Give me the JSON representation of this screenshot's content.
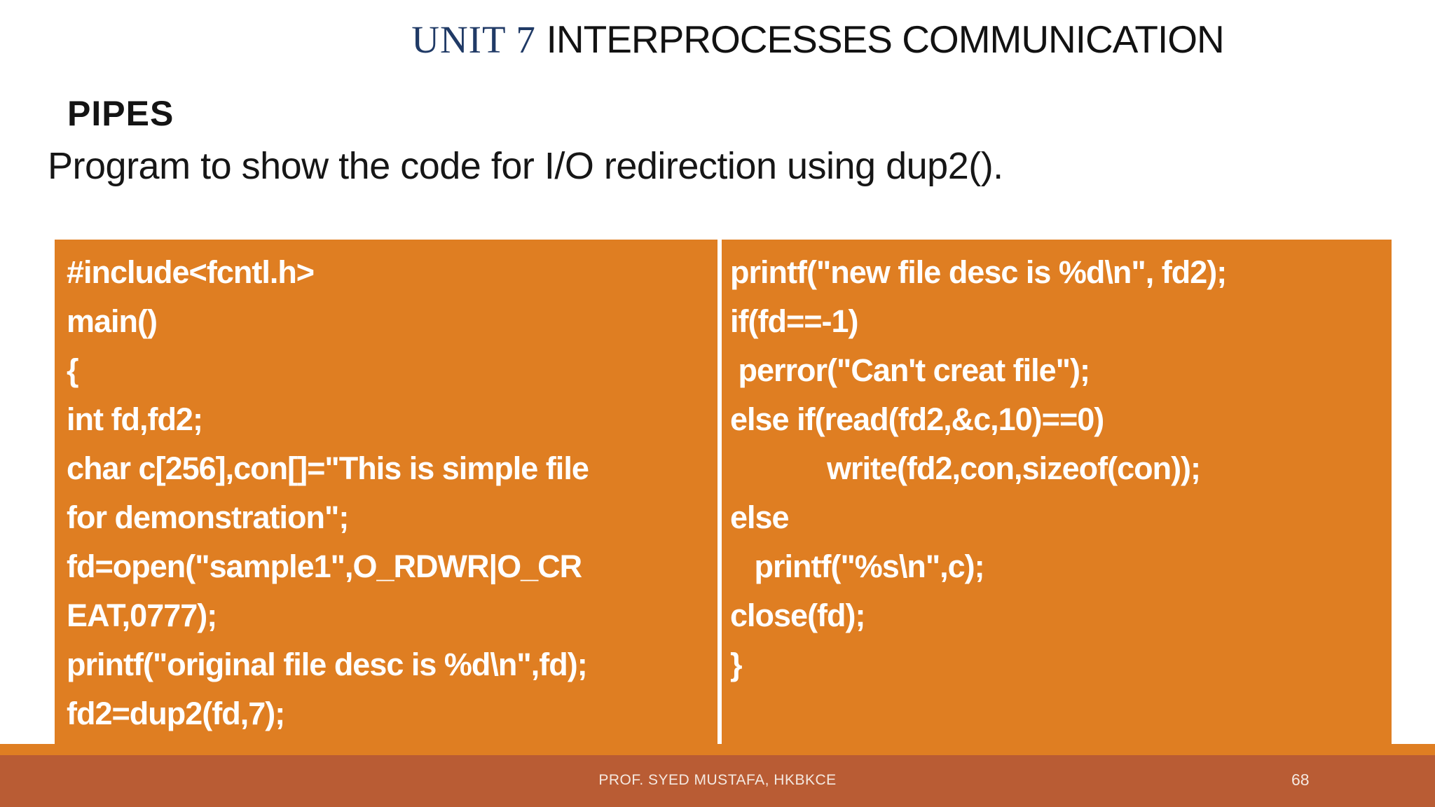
{
  "slide": {
    "title": {
      "unit": "UNIT 7 ",
      "rest": "INTERPROCESSES COMMUNICATION"
    },
    "heading": "PIPES",
    "subtitle": "Program to show the code for I/O redirection using dup2().",
    "code": {
      "left_lines": [
        "#include<fcntl.h>",
        "main()",
        "{",
        "int fd,fd2;",
        "char c[256],con[]=\"This is simple file",
        "for demonstration\";",
        "fd=open(\"sample1\",O_RDWR|O_CR",
        "EAT,0777);",
        "printf(\"original file desc is %d\\n\",fd);",
        "fd2=dup2(fd,7);"
      ],
      "right_lines": [
        "printf(\"new file desc is %d\\n\", fd2);",
        "if(fd==-1)",
        " perror(\"Can't creat file\");",
        "else if(read(fd2,&c,10)==0)",
        "            write(fd2,con,sizeof(con));",
        "else",
        "   printf(\"%s\\n\",c);",
        "close(fd);",
        "}"
      ]
    },
    "footer": {
      "credit": "PROF. SYED MUSTAFA, HKBKCE",
      "page_number": "68"
    },
    "colors": {
      "code_block_orange": "#DF7E22",
      "footer_bar_brown": "#B95C34",
      "title_unit_navy": "#203A66",
      "footer_text": "#F4E8E0",
      "divider_white": "#FFFFFF"
    }
  }
}
